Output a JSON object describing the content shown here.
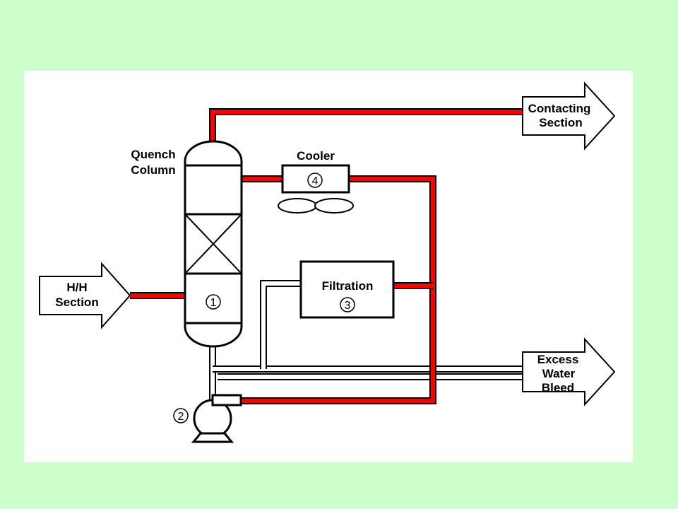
{
  "diagram": {
    "labels": {
      "contacting_line1": "Contacting",
      "contacting_line2": "Section",
      "quench_line1": "Quench",
      "quench_line2": "Column",
      "cooler": "Cooler",
      "hh_line1": "H/H",
      "hh_line2": "Section",
      "filtration": "Filtration",
      "excess_line1": "Excess",
      "excess_line2": "Water",
      "excess_line3": "Bleed"
    },
    "numbers": {
      "column": "1",
      "pump": "2",
      "filtration": "3",
      "cooler": "4"
    },
    "colors": {
      "page_background": "#ccffcc",
      "panel_background": "#ffffff",
      "hot_stream": "#ff0000",
      "outline": "#000000"
    }
  }
}
